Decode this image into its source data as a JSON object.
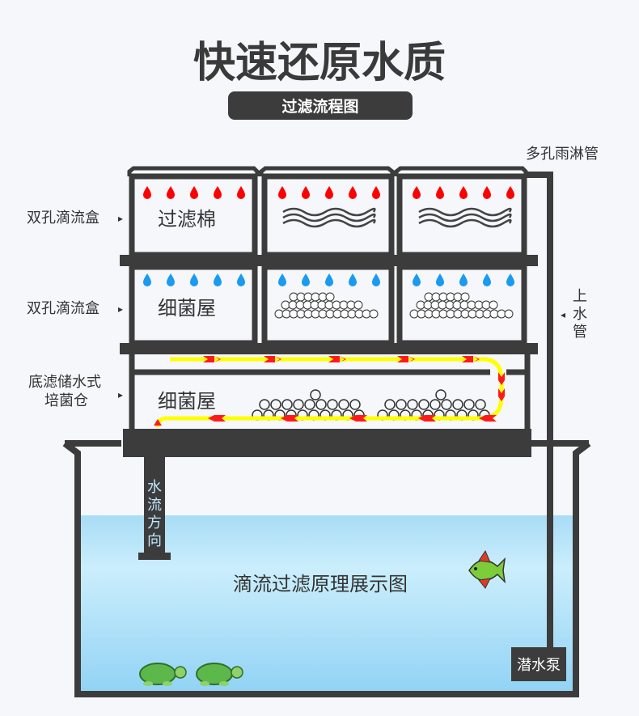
{
  "title": "快速还原水质",
  "subtitle": "过滤流程图",
  "labels": {
    "drip_box_top": "双孔滴流盒",
    "drip_box_mid": "双孔滴流盒",
    "bottom_bin_line1": "底滤储水式",
    "bottom_bin_line2": "培菌仓",
    "rain_pipe": "多孔雨淋管",
    "inlet_pipe": [
      "上",
      "水",
      "管"
    ],
    "filter_cotton": "过滤棉",
    "bacteria_house_mid": "细菌屋",
    "bacteria_house_bottom": "细菌屋",
    "flow_direction": [
      "水",
      "流",
      "方",
      "向"
    ],
    "tank_caption": "滴流过滤原理展示图",
    "pump": "潜水泵"
  },
  "colors": {
    "frame": "#3c3c3c",
    "red_drop": "#ff0000",
    "blue_drop": "#1a9af0",
    "flow_path": "#ffff00",
    "flow_arrow": "#ff1a1a",
    "water_top": "#c9ecfb",
    "water_bottom": "#8fd2f5"
  }
}
